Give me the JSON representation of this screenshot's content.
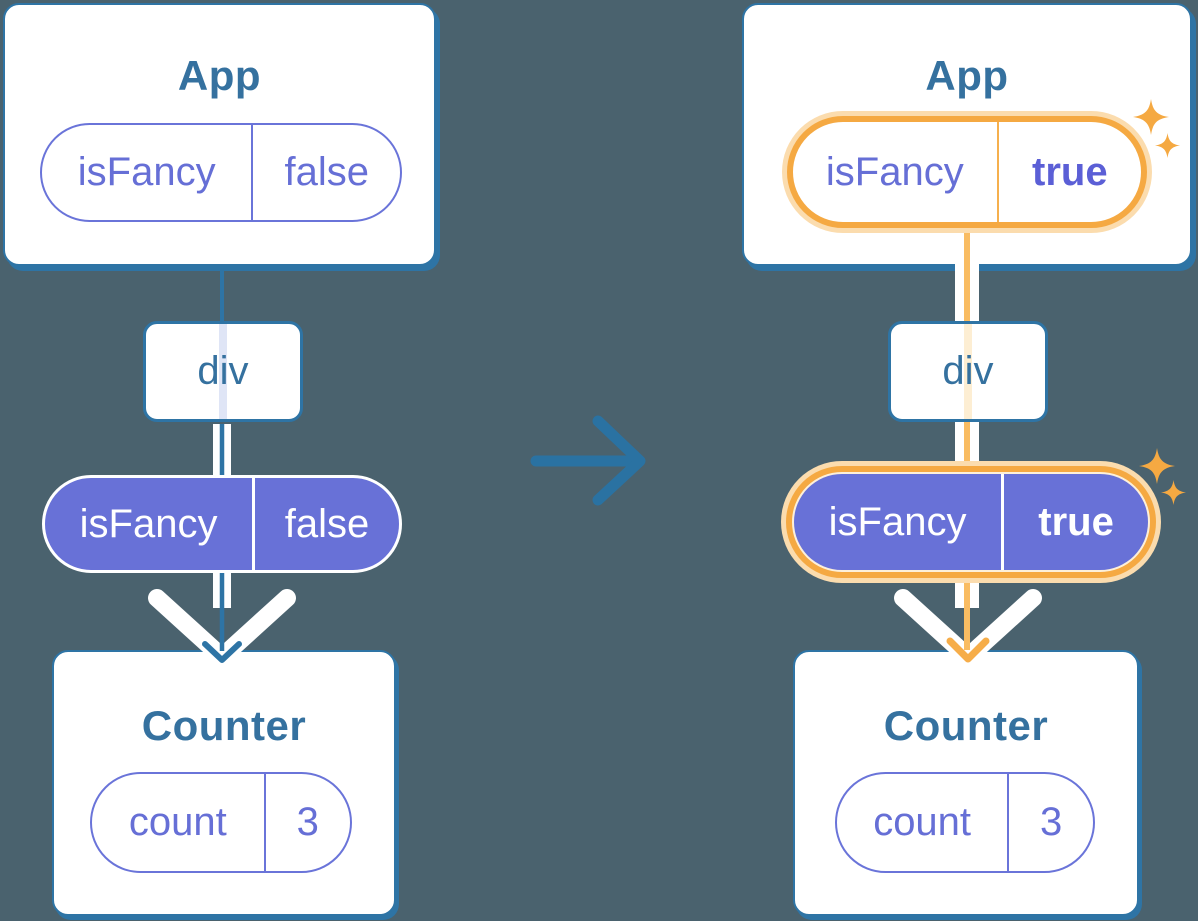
{
  "diagram_description": "React component tree before and after state change: isFancy prop passed from App through div to Counter",
  "background_color": "#4a626e",
  "colors": {
    "card_border_blue": "#2e74a5",
    "title_text_blue": "#35719f",
    "purple_fill": "#6871d7",
    "purple_border": "#6a74d9",
    "purple_text": "#666fd6",
    "purple_text_bold": "#5b5fd6",
    "highlight_orange": "#f5a942",
    "highlight_orange_light": "#fbdcae",
    "orange_flow_line": "#f9bc62",
    "blue_flow_line": "#2e74a5",
    "transition_arrow_blue": "#2a72a2",
    "stripe_lavender": "#dfe5f6",
    "stripe_cream": "#fdeed3",
    "white": "#ffffff"
  },
  "icons": {
    "transition_arrow": "arrow-right",
    "pass_down_arrow": "chevron-down",
    "sparkle": "four-point-star"
  },
  "left_tree": {
    "root": {
      "title": "App",
      "prop": {
        "key": "isFancy",
        "value": "false"
      }
    },
    "middle": {
      "label": "div"
    },
    "passed_prop": {
      "key": "isFancy",
      "value": "false"
    },
    "leaf": {
      "title": "Counter",
      "state": {
        "key": "count",
        "value": "3"
      }
    }
  },
  "right_tree": {
    "root": {
      "title": "App",
      "prop": {
        "key": "isFancy",
        "value": "true"
      }
    },
    "middle": {
      "label": "div"
    },
    "passed_prop": {
      "key": "isFancy",
      "value": "true"
    },
    "leaf": {
      "title": "Counter",
      "state": {
        "key": "count",
        "value": "3"
      }
    }
  }
}
